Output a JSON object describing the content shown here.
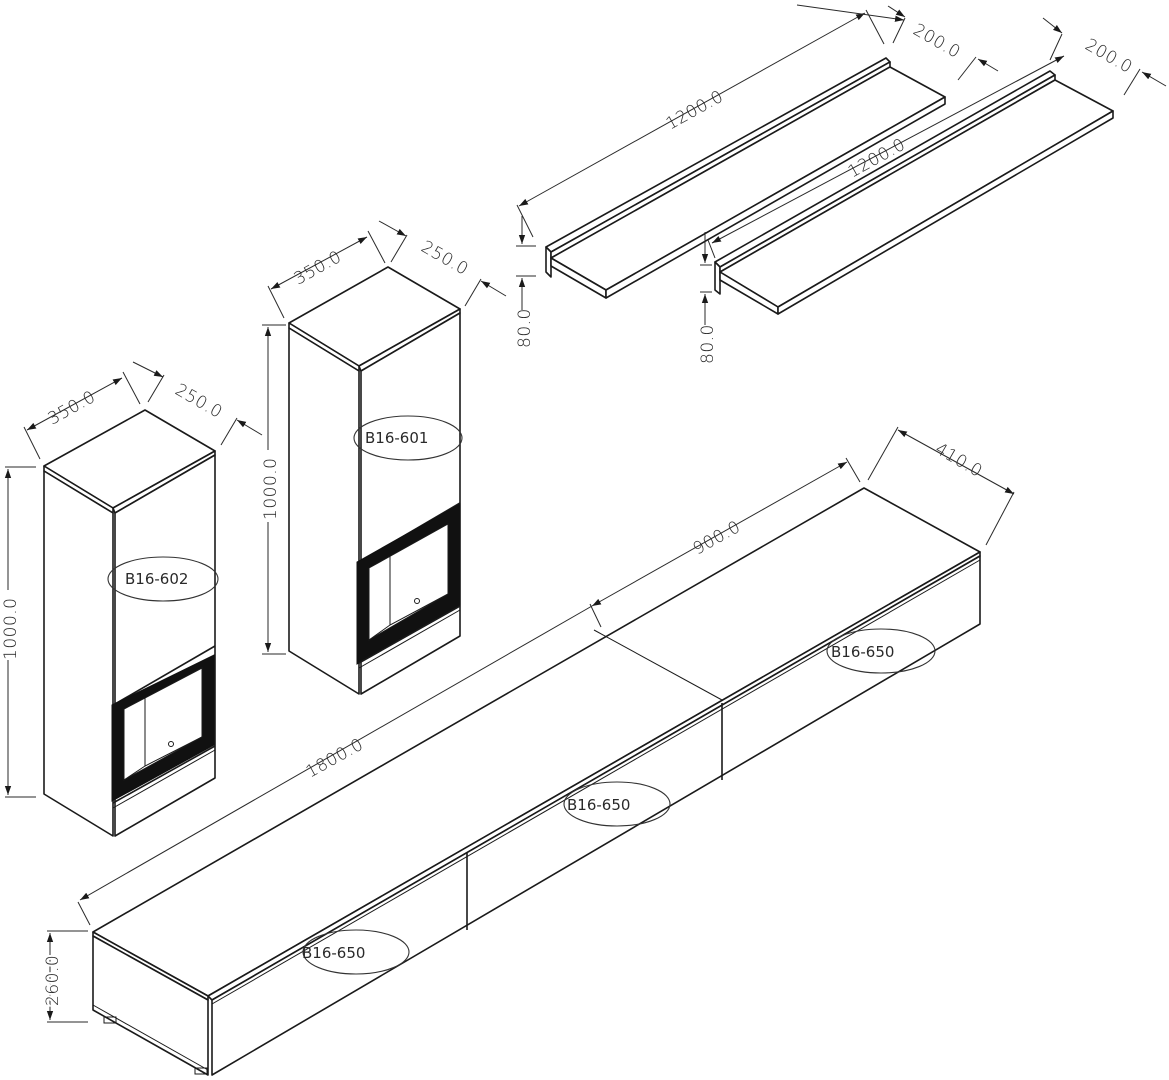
{
  "drawing": {
    "type": "isometric furniture assembly drawing",
    "line_color": "#1a1a1a",
    "background": "#ffffff"
  },
  "parts": {
    "cabinet_left": {
      "code": "B16-602",
      "dims": {
        "width": "350.0",
        "depth": "250.0",
        "height": "1000.0"
      }
    },
    "cabinet_middle": {
      "code": "B16-601",
      "dims": {
        "width": "350.0",
        "depth": "250.0",
        "height": "1000.0"
      }
    },
    "shelf_left": {
      "dims": {
        "length": "1200.0",
        "depth": "200.0",
        "height": "80.0"
      }
    },
    "shelf_right": {
      "dims": {
        "length": "1200.0",
        "depth": "200.0",
        "height": "80.0"
      }
    },
    "tv_unit": {
      "dims": {
        "total_length": "1800.0",
        "module_length": "900.0",
        "depth": "410.0",
        "height": "260.0"
      },
      "modules": [
        {
          "code": "B16-650"
        },
        {
          "code": "B16-650"
        },
        {
          "code": "B16-650"
        }
      ]
    }
  }
}
